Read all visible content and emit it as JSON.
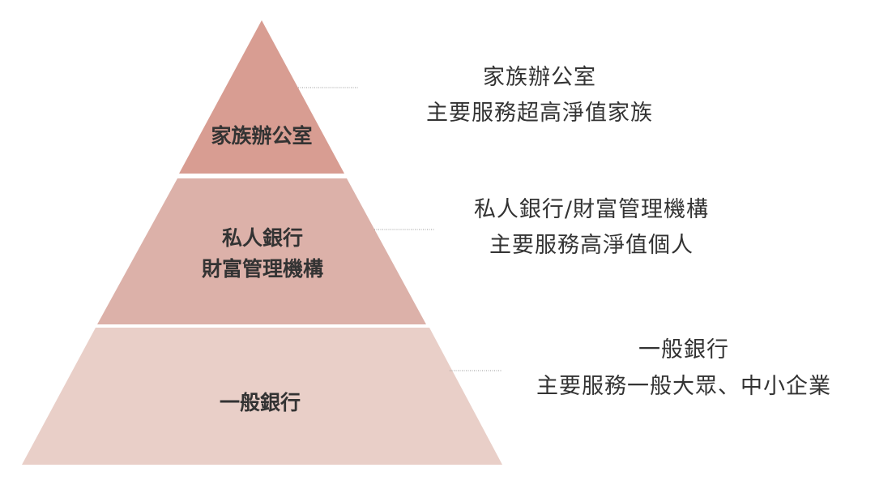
{
  "tiers": [
    {
      "id": "family-office",
      "label_lines": [
        "家族辦公室"
      ],
      "description_lines": [
        "家族辦公室",
        "主要服務超高淨值家族"
      ],
      "color": "#d89d92"
    },
    {
      "id": "private-bank",
      "label_lines": [
        "私人銀行",
        "財富管理機構"
      ],
      "description_lines": [
        "私人銀行/財富管理機構",
        "主要服務高淨值個人"
      ],
      "color": "#dcb1a9"
    },
    {
      "id": "general-bank",
      "label_lines": [
        "一般銀行"
      ],
      "description_lines": [
        "一般銀行",
        "主要服務一般大眾、中小企業"
      ],
      "color": "#e9cfc8"
    }
  ]
}
